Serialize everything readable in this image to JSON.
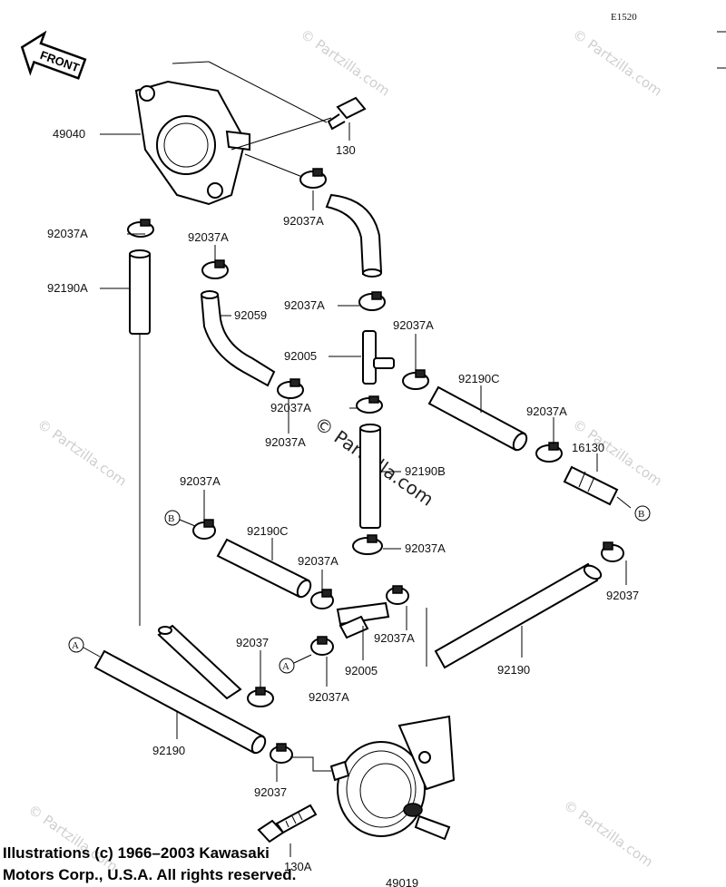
{
  "diagram_code": "E1520",
  "front_label": "FRONT",
  "watermark_text": "© Partzilla.com",
  "center_watermark": "© Partzilla.com",
  "copyright_line1": "Illustrations (c) 1966–2003 Kawasaki",
  "copyright_line2": "Motors Corp., U.S.A.  All rights reserved.",
  "callouts": {
    "a": "A",
    "b": "B"
  },
  "labels": {
    "p49040": "49040",
    "p130": "130",
    "p92037A_1": "92037A",
    "p92037A_2": "92037A",
    "p92037A_3": "92037A",
    "p92190A": "92190A",
    "p92059": "92059",
    "p92037A_4": "92037A",
    "p92037A_5": "92037A",
    "p92005_1": "92005",
    "p92190C_1": "92190C",
    "p92037A_6": "92037A",
    "p92037A_7": "92037A",
    "p16130": "16130",
    "p92190B": "92190B",
    "p92037A_8": "92037A",
    "p92190C_2": "92190C",
    "p92037A_9": "92037A",
    "p92037A_10": "92037A",
    "p92037A_11": "92037A",
    "p92005_2": "92005",
    "p92037A_12": "92037A",
    "p92037_1": "92037",
    "p92037_2": "92037",
    "p92190_1": "92190",
    "p92190_2": "92190",
    "p92037_3": "92037",
    "p130A": "130A",
    "p49019": "49019"
  }
}
